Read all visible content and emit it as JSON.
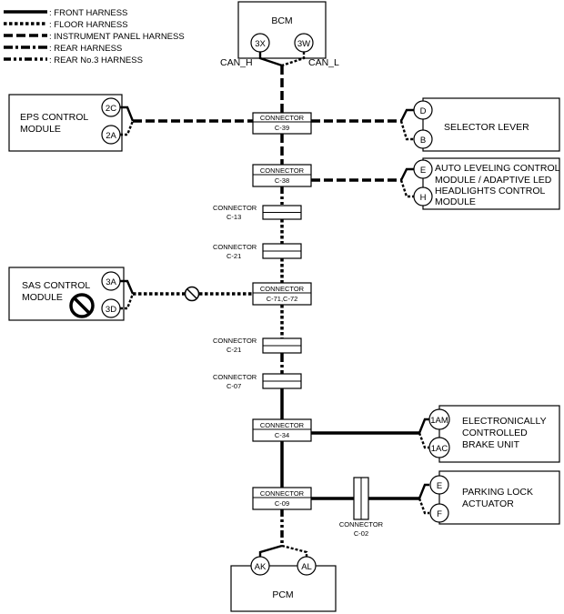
{
  "legend": {
    "front": ": FRONT HARNESS",
    "floor": ": FLOOR HARNESS",
    "instrument": ": INSTRUMENT PANEL HARNESS",
    "rear": ": REAR HARNESS",
    "rear3": ": REAR No.3 HARNESS"
  },
  "modules": {
    "bcm": {
      "name": "BCM",
      "pin_h": "3X",
      "pin_l": "3W"
    },
    "can_h": "CAN_H",
    "can_l": "CAN_L",
    "eps": {
      "line1": "EPS CONTROL",
      "line2": "MODULE",
      "pin1": "2C",
      "pin2": "2A"
    },
    "selector": {
      "name": "SELECTOR LEVER",
      "pin1": "D",
      "pin2": "B"
    },
    "auto_level": {
      "line1": "AUTO LEVELING CONTROL",
      "line2": "MODULE / ADAPTIVE LED",
      "line3": "HEADLIGHTS CONTROL",
      "line4": "MODULE",
      "pin1": "E",
      "pin2": "H"
    },
    "sas": {
      "line1": "SAS CONTROL",
      "line2": "MODULE",
      "pin1": "3A",
      "pin2": "3D"
    },
    "ebcu": {
      "line1": "ELECTRONICALLY",
      "line2": "CONTROLLED",
      "line3": "BRAKE UNIT",
      "pin1": "1AM",
      "pin2": "1AC"
    },
    "parking": {
      "line1": "PARKING LOCK",
      "line2": "ACTUATOR",
      "pin1": "E",
      "pin2": "F"
    },
    "pcm": {
      "name": "PCM",
      "pin1": "AK",
      "pin2": "AL"
    }
  },
  "connectors": {
    "c39": {
      "label": "CONNECTOR",
      "id": "C-39"
    },
    "c38": {
      "label": "CONNECTOR",
      "id": "C-38"
    },
    "c13": {
      "label": "CONNECTOR",
      "id": "C-13"
    },
    "c21a": {
      "label": "CONNECTOR",
      "id": "C-21"
    },
    "c71": {
      "label": "CONNECTOR",
      "id": "C-71,C-72"
    },
    "c21b": {
      "label": "CONNECTOR",
      "id": "C-21"
    },
    "c07": {
      "label": "CONNECTOR",
      "id": "C-07"
    },
    "c34": {
      "label": "CONNECTOR",
      "id": "C-34"
    },
    "c09": {
      "label": "CONNECTOR",
      "id": "C-09"
    },
    "c02": {
      "label": "CONNECTOR",
      "id": "C-02"
    }
  }
}
